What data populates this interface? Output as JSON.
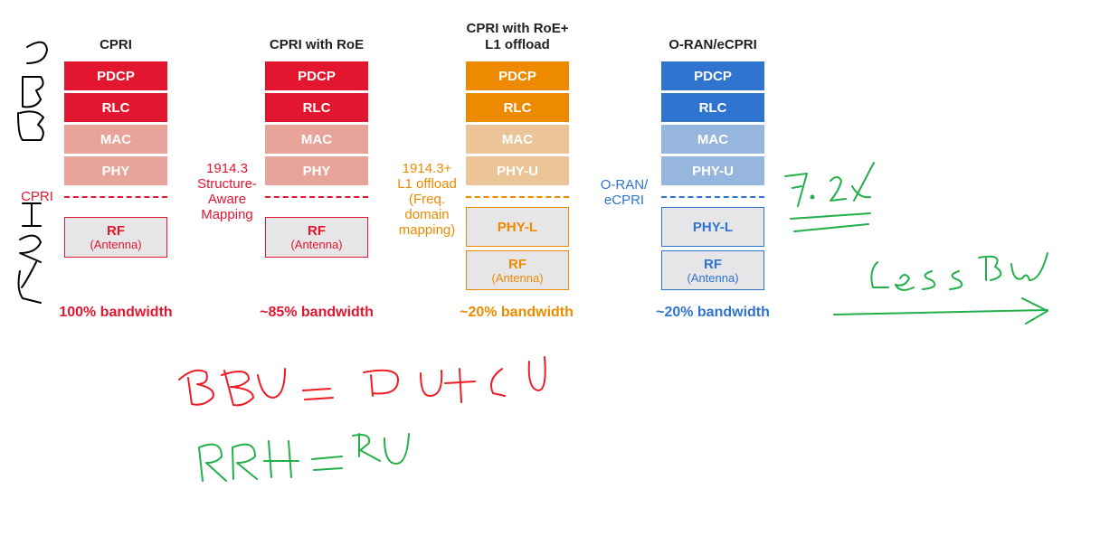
{
  "colors": {
    "cpri_red": "#e31630",
    "cpri_light": "#e8a49a",
    "roe_orange": "#ee8a00",
    "roe_light": "#ebc497",
    "oran_blue": "#2f74cf",
    "oran_light": "#96b6de",
    "rf_box": "#e6e6e8",
    "annot_green": "#22b04b",
    "annot_red": "#ee1c24",
    "annot_black": "#000000"
  },
  "columns": [
    {
      "title": "CPRI",
      "layers": [
        "PDCP",
        "RLC",
        "MAC",
        "PHY"
      ],
      "split_label": "CPRI",
      "lower": [
        {
          "main": "RF",
          "sub": "(Antenna)"
        }
      ],
      "bandwidth": "100% bandwidth"
    },
    {
      "title": "CPRI with RoE",
      "layers": [
        "PDCP",
        "RLC",
        "MAC",
        "PHY"
      ],
      "split_label": "1914.3\nStructure-\nAware\nMapping",
      "lower": [
        {
          "main": "RF",
          "sub": "(Antenna)"
        }
      ],
      "bandwidth": "~85% bandwidth"
    },
    {
      "title": "CPRI with RoE+\nL1 offload",
      "layers": [
        "PDCP",
        "RLC",
        "MAC",
        "PHY-U"
      ],
      "split_label": "1914.3+\nL1 offload\n(Freq.\ndomain\nmapping)",
      "lower": [
        {
          "main": "PHY-L",
          "sub": ""
        },
        {
          "main": "RF",
          "sub": "(Antenna)"
        }
      ],
      "bandwidth": "~20% bandwidth"
    },
    {
      "title": "O-RAN/eCPRI",
      "layers": [
        "PDCP",
        "RLC",
        "MAC",
        "PHY-U"
      ],
      "split_label": "O-RAN/\neCPRI",
      "lower": [
        {
          "main": "PHY-L",
          "sub": ""
        },
        {
          "main": "RF",
          "sub": "(Antenna)"
        }
      ],
      "bandwidth": "~20% bandwidth"
    }
  ],
  "annotations": {
    "left_top": "BBU",
    "left_bottom": "RRH",
    "split_option": "7.2x",
    "less_bw": "Less BW",
    "eq1": "BBU = DU + CU",
    "eq2": "RRH = RU"
  }
}
